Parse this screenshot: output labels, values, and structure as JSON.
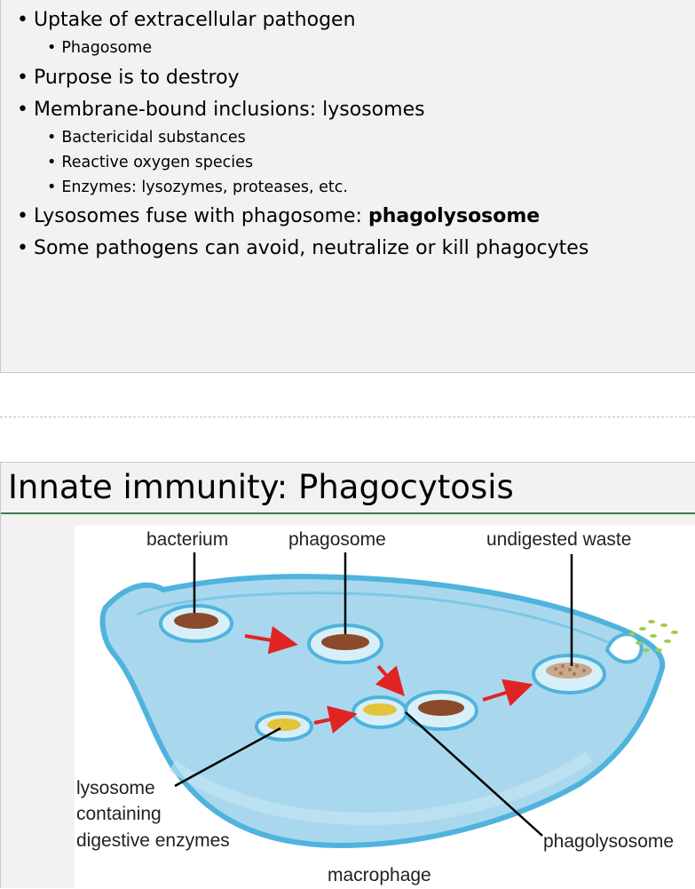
{
  "slide1": {
    "bullets": [
      {
        "text": "Uptake of extracellular pathogen",
        "sub": [
          "Phagosome"
        ]
      },
      {
        "text": "Purpose is to destroy",
        "sub": []
      },
      {
        "text": "Membrane-bound inclusions: lysosomes",
        "sub": [
          "Bactericidal substances",
          "Reactive oxygen species",
          "Enzymes: lysozymes, proteases, etc."
        ]
      },
      {
        "text": "Lysosomes fuse with phagosome: ",
        "bold": "phagolysosome",
        "sub": []
      },
      {
        "text": "Some pathogens can avoid, neutralize or kill phagocytes",
        "sub": []
      }
    ],
    "bullet_char": "•"
  },
  "slide2": {
    "title": "Innate immunity: Phagocytosis",
    "figure": {
      "labels": {
        "bacterium": "bacterium",
        "phagosome": "phagosome",
        "undigested_waste": "undigested waste",
        "lysosome_line1": "lysosome",
        "lysosome_line2": "containing",
        "lysosome_line3": "digestive enzymes",
        "phagolysosome": "phagolysosome",
        "macrophage": "macrophage"
      }
    }
  },
  "colors": {
    "slide_bg": "#f2f2f2",
    "title_rule": "#3a7a4f",
    "cell_fill": "#a9d8ee",
    "membrane": "#4fb3dd",
    "arrow": "#e02424",
    "bacterium": "#8b4a2b",
    "enzymes": "#e2c43a"
  }
}
